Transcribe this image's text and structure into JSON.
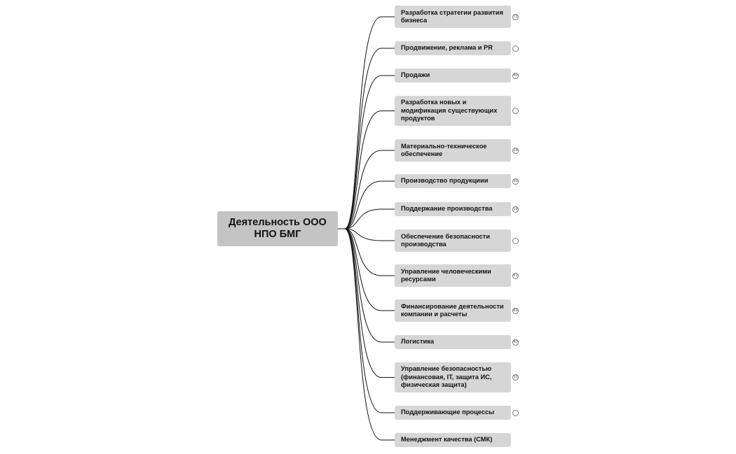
{
  "root": {
    "label": "Деятельность ООО НПО БМГ"
  },
  "nodes": [
    {
      "label": "Разработка стратегии развития бизнеса",
      "badge": "73"
    },
    {
      "label": "Продвижение, реклама и PR",
      "badge": ""
    },
    {
      "label": "Продажи",
      "badge": "40"
    },
    {
      "label": "Разработка новых и модификация существующих продуктов",
      "badge": ""
    },
    {
      "label": "Материально-техническое обеспечение",
      "badge": "24"
    },
    {
      "label": "Производство продукциии",
      "badge": "30"
    },
    {
      "label": "Поддержание производства",
      "badge": "19"
    },
    {
      "label": "Обеспечение безопасности производства",
      "badge": ""
    },
    {
      "label": "Управление человеческими ресурсами",
      "badge": "61"
    },
    {
      "label": "Финансирование деятельности компании и расчеты",
      "badge": "60"
    },
    {
      "label": "Логистика",
      "badge": "40"
    },
    {
      "label": "Управление безопасностью (финансовая, IT, защита ИС, физическая защита)",
      "badge": "35"
    },
    {
      "label": "Поддерживающие процессы",
      "badge": ""
    },
    {
      "label": "Менеджмент качества (СМК)"
    }
  ],
  "colors": {
    "root_fill": "#c4c4c4",
    "node_fill": "#d6d6d6",
    "connector": "#111111"
  }
}
